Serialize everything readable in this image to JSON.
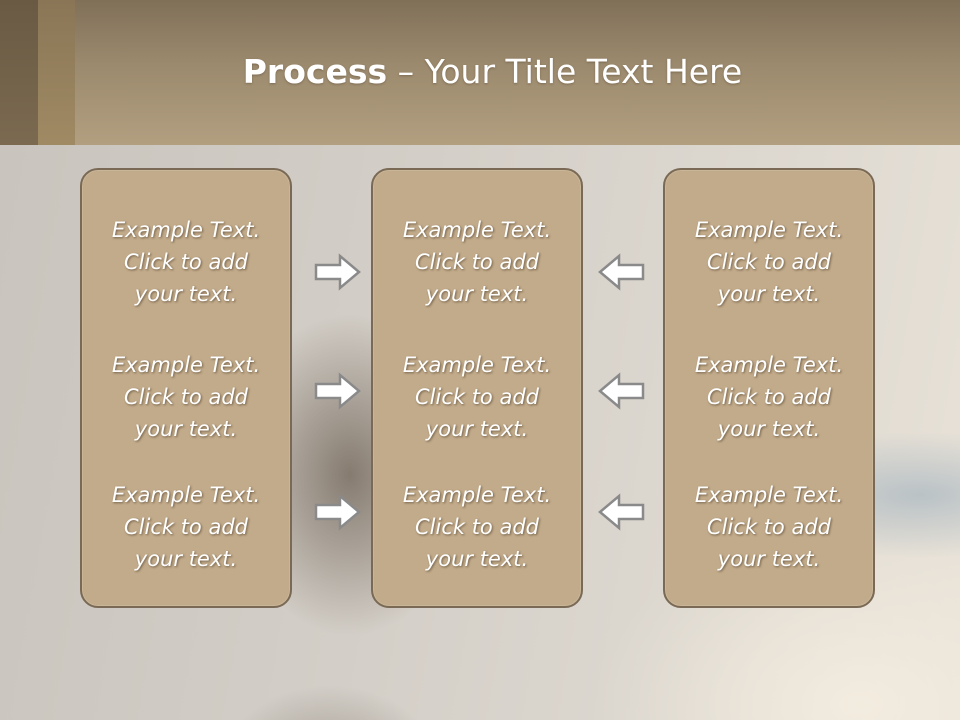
{
  "header": {
    "title_bold": "Process",
    "title_rest": " – Your Title Text Here"
  },
  "columns": [
    {
      "items": [
        "Example Text.\nClick  to add\nyour text.",
        "Example Text.\nClick  to add\nyour text.",
        "Example Text.\nClick  to add\nyour text."
      ]
    },
    {
      "items": [
        "Example Text.\nClick  to add\nyour text.",
        "Example Text.\nClick  to add\nyour text.",
        "Example Text.\nClick  to add\nyour text."
      ]
    },
    {
      "items": [
        "Example Text.\nClick  to add\nyour text.",
        "Example Text.\nClick  to add\nyour text.",
        "Example Text.\nClick  to add\nyour text."
      ]
    }
  ],
  "arrows": {
    "left_group": "arrow-right-icon",
    "right_group": "arrow-left-icon"
  },
  "colors": {
    "header": "#9c8a6e",
    "box_fill": "#c2ab8a",
    "box_border": "#7a6a55",
    "text": "#ffffff"
  }
}
